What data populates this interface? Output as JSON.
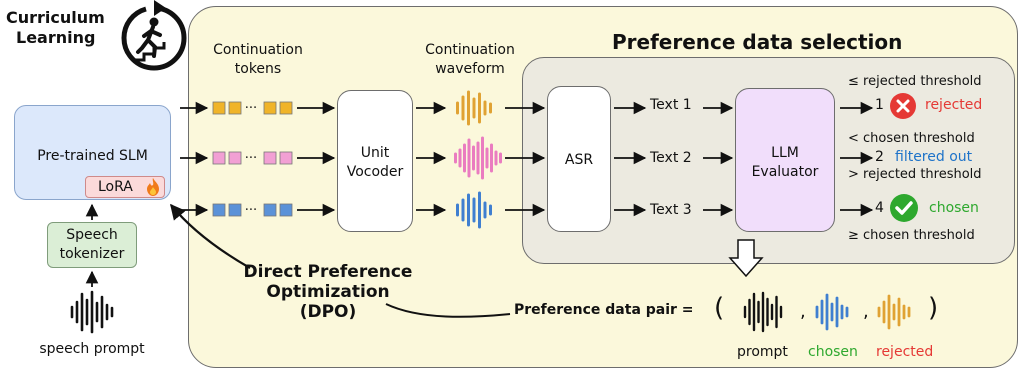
{
  "curriculum": {
    "line1": "Curriculum",
    "line2": "Learning",
    "icon": "person-climbing-stairs-icon"
  },
  "section_title": "Preference data selection",
  "headers": {
    "continuation_tokens_1": "Continuation",
    "continuation_tokens_2": "tokens",
    "continuation_waveform_1": "Continuation",
    "continuation_waveform_2": "waveform"
  },
  "slm": {
    "label": "Pre-trained SLM",
    "lora": "LoRA",
    "lora_icon": "fire-icon"
  },
  "speech_tokenizer": {
    "line1": "Speech",
    "line2": "tokenizer"
  },
  "speech_prompt": "speech prompt",
  "unit_vocoder": {
    "line1": "Unit",
    "line2": "Vocoder"
  },
  "asr": "ASR",
  "texts": [
    "Text 1",
    "Text 2",
    "Text 3"
  ],
  "llm_evaluator": {
    "line1": "LLM",
    "line2": "Evaluator"
  },
  "thresholds": {
    "rejected_le": "≤ rejected threshold",
    "chosen_lt": "< chosen threshold",
    "rejected_gt": "> rejected threshold",
    "chosen_ge": "≥ chosen threshold"
  },
  "outcomes": [
    {
      "score": "1",
      "label": "rejected",
      "icon": "x-circle-icon",
      "color": "#e53935"
    },
    {
      "score": "2",
      "label": "filtered out",
      "icon": "",
      "color": "#1e73c9"
    },
    {
      "score": "4",
      "label": "chosen",
      "icon": "check-circle-icon",
      "color": "#2ea82e"
    }
  ],
  "dpo": {
    "line1": "Direct Preference",
    "line2": "Optimization",
    "line3": "(DPO)"
  },
  "pair": {
    "label": "Preference data pair =",
    "open": "(",
    "close": ")",
    "comma": ",",
    "captions": [
      "prompt",
      "chosen",
      "rejected"
    ]
  },
  "colors": {
    "yellow": "#f0b429",
    "pink": "#f2a0d4",
    "blue": "#5b92d8",
    "wave_yellow": "#e0a233",
    "wave_pink": "#ea7cc0",
    "wave_blue": "#3f7fd0",
    "black": "#111111"
  }
}
